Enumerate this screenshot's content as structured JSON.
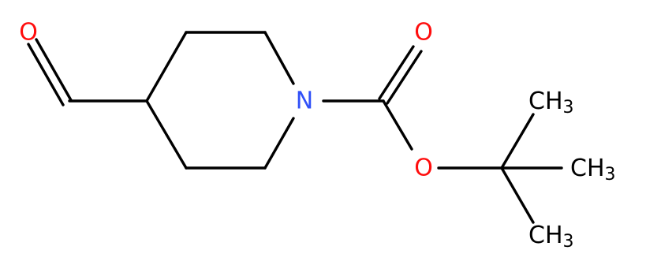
{
  "molecule": {
    "colors": {
      "oxygen": "#ff0d0d",
      "nitrogen": "#3050f8",
      "carbon": "#000000",
      "bond": "#000000",
      "background": "#ffffff"
    },
    "atoms": {
      "aldehyde_oxygen": "O",
      "ring_nitrogen": "N",
      "carbonyl_oxygen": "O",
      "ester_oxygen": "O",
      "methyl_top": {
        "element": "CH",
        "count": "3"
      },
      "methyl_right": {
        "element": "CH",
        "count": "3"
      },
      "methyl_bottom": {
        "element": "CH",
        "count": "3"
      }
    }
  }
}
